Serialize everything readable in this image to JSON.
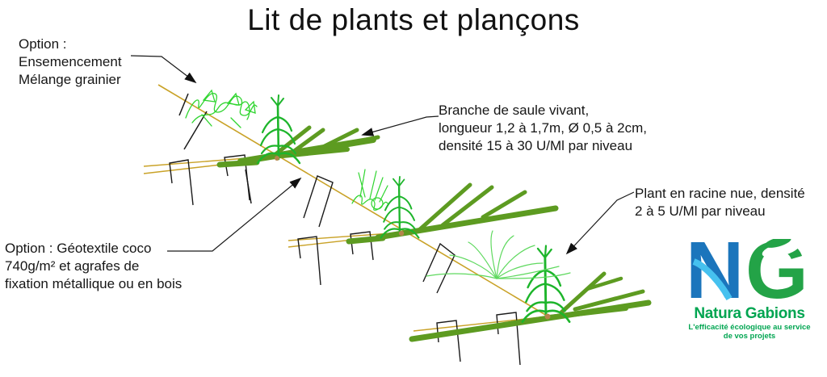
{
  "title": "Lit de plants et plançons",
  "annotations": {
    "seeding": {
      "lines": [
        "Option :",
        "Ensemencement",
        "Mélange grainier"
      ]
    },
    "willow": {
      "lines": [
        "Branche de saule vivant,",
        "longueur 1,2 à 1,7m, Ø 0,5 à 2cm,",
        "densité 15 à 30 U/Ml par niveau"
      ]
    },
    "plant": {
      "lines": [
        "Plant en racine nue, densité",
        "2 à 5 U/Ml par niveau"
      ]
    },
    "geotextile": {
      "lines": [
        "Option : Géotextile coco",
        "740g/m² et agrafes de",
        "fixation métallique ou en bois"
      ]
    }
  },
  "logo": {
    "monogram": {
      "n": "N",
      "g": "G"
    },
    "name": "Natura Gabions",
    "tagline_line1": "L'efficacité écologique au service",
    "tagline_line2": "de vos projets",
    "colors": {
      "n_blue": "#1b75bc",
      "swoosh_blue": "#46c1ef",
      "g_green": "#23a347",
      "name_green": "#00a551"
    }
  },
  "diagram": {
    "icons": [
      "slope-surface-line",
      "soil-level-lines",
      "willow-branch-bundle",
      "fern-plant-icon",
      "seeding-grass-sketch",
      "shrub-sketch",
      "grass-tuft-sketch",
      "staple-icon",
      "stake-icon",
      "soil-junction-dot",
      "leader-arrow"
    ],
    "colors": {
      "slope_line": "#c9a227",
      "branch_green": "#5d9b21",
      "fern_green": "#1db52b",
      "grass_green": "#2fd52f",
      "tuft_green": "#5fd95f",
      "stake_black": "#1a1a1a",
      "soil_dot": "#b5854b"
    }
  }
}
